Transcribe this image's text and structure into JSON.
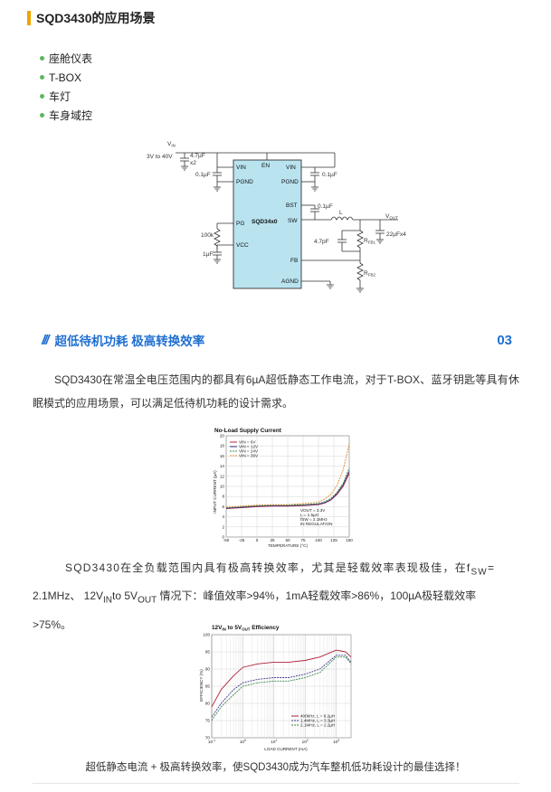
{
  "section1": {
    "title": "SQD3430的应用场景",
    "items": [
      "座舱仪表",
      "T-BOX",
      "车灯",
      "车身域控"
    ]
  },
  "circuit": {
    "vin_label": "V",
    "vin_sub": "IN",
    "vin_range": "3V to 40V",
    "cap_in": "4.7µF",
    "cap_in_mult": "x2",
    "en": "EN",
    "pin_vin": "VIN",
    "pin_pgnd": "PGND",
    "pin_bst": "BST",
    "pin_sw": "SW",
    "pin_pg": "PG",
    "pin_vcc": "VCC",
    "pin_fb": "FB",
    "pin_agnd": "AGND",
    "chip_name": "SQD34x0",
    "cap_01_left": "0.1µF",
    "cap_01_right": "0.1µF",
    "cap_bst": "0.1µF",
    "inductor": "L",
    "vout_label": "V",
    "vout_sub": "OUT",
    "cap_out": "22µFx4",
    "cap_ff": "4.7pF",
    "r_fb1": "R",
    "r_fb1_sub": "FB1",
    "r_fb2": "R",
    "r_fb2_sub": "FB2",
    "r_pg": "100k",
    "cap_vcc": "1µF"
  },
  "section2": {
    "slashes": "///",
    "title": "超低待机功耗  极高转换效率",
    "number": "03"
  },
  "para1": "SQD3430在常温全电压范围内的都具有6µA超低静态工作电流，对于T-BOX、蓝牙钥匙等具有休眠模式的应用场景，可以满足低待机功耗的设计需求。",
  "chart1": {
    "title": "No-Load Supply Current",
    "xlabel": "TEMPERATURE (°C)",
    "ylabel": "INPUT CURRENT (µA)",
    "legend": [
      "VIN = 6V",
      "VIN = 12V",
      "VIN = 24V",
      "VIN = 36V"
    ],
    "conditions": [
      "VOUT = 3.3V",
      "L = 1.5µH",
      "fSW = 2.1MHz",
      "IN REGULATION"
    ],
    "colors": [
      "#b0203a",
      "#3a3a8a",
      "#3a8a4a",
      "#e08a2a"
    ]
  },
  "chart_data": [
    {
      "type": "line",
      "title": "No-Load Supply Current",
      "xlabel": "TEMPERATURE (°C)",
      "ylabel": "INPUT CURRENT (µA)",
      "xlim": [
        -50,
        150
      ],
      "ylim": [
        0,
        20
      ],
      "xticks": [
        -50,
        -25,
        0,
        25,
        50,
        75,
        100,
        125,
        150
      ],
      "yticks": [
        0,
        2,
        4,
        6,
        8,
        10,
        12,
        14,
        16,
        18,
        20
      ],
      "x": [
        -50,
        -25,
        0,
        25,
        50,
        75,
        100,
        110,
        120,
        130,
        140,
        150
      ],
      "series": [
        {
          "name": "VIN = 6V",
          "values": [
            5.6,
            5.8,
            6.0,
            6.1,
            6.1,
            6.2,
            6.4,
            6.7,
            7.3,
            8.4,
            10.0,
            12.6
          ]
        },
        {
          "name": "VIN = 12V",
          "values": [
            5.7,
            5.9,
            6.1,
            6.2,
            6.2,
            6.3,
            6.5,
            6.8,
            7.4,
            8.6,
            10.3,
            13.0
          ]
        },
        {
          "name": "VIN = 24V",
          "values": [
            5.8,
            6.0,
            6.2,
            6.3,
            6.3,
            6.4,
            6.6,
            7.0,
            7.6,
            8.8,
            10.6,
            13.6
          ]
        },
        {
          "name": "VIN = 36V",
          "values": [
            5.9,
            6.1,
            6.3,
            6.4,
            6.4,
            6.6,
            6.9,
            7.5,
            8.4,
            10.2,
            13.2,
            18.4
          ]
        }
      ],
      "annotations": [
        "VOUT = 3.3V",
        "L = 1.5µH",
        "fSW = 2.1MHz",
        "IN REGULATION"
      ]
    },
    {
      "type": "line",
      "title": "12VIN to 5VOUT Efficiency",
      "xlabel": "LOAD CURRENT (mA)",
      "ylabel": "EFFICIENCY (%)",
      "xscale": "log",
      "xlim": [
        0.1,
        3000
      ],
      "ylim": [
        70,
        100
      ],
      "yticks": [
        70,
        75,
        80,
        85,
        90,
        95,
        100
      ],
      "x": [
        0.1,
        0.2,
        0.5,
        1,
        3,
        10,
        30,
        100,
        300,
        1000,
        2000,
        3000
      ],
      "series": [
        {
          "name": "400kHz, L = 8.2µH",
          "values": [
            79,
            84,
            88,
            90.5,
            91.5,
            92,
            92,
            92.5,
            93.5,
            95.5,
            95,
            93.5
          ]
        },
        {
          "name": "1.4MHz, L = 3.3µH",
          "values": [
            76,
            80,
            84,
            86,
            87,
            87.5,
            87.5,
            88.5,
            90,
            94,
            94,
            92
          ]
        },
        {
          "name": "2.1MHz, L = 2.2µH",
          "values": [
            75,
            79,
            82.5,
            85,
            86,
            86.5,
            86.5,
            87.5,
            89,
            93.5,
            93.5,
            91.5
          ]
        }
      ]
    }
  ],
  "para2": {
    "l1a": "SQD3430在全负载范围内具有极高转换效率，尤其是轻载效率表现极佳，在f",
    "l1sub": "SW",
    "l1b": "=",
    "l2a": "2.1MHz、 12V",
    "l2sub1": "IN",
    "l2b": "to 5V",
    "l2sub2": "OUT",
    "l2c": " 情况下：峰值效率>94%，1mA轻载效率>86%，100µA极轻载效率",
    "l3": ">75%。"
  },
  "chart2": {
    "title_a": "12V",
    "title_sub1": "IN",
    "title_b": " to 5V",
    "title_sub2": "OUT",
    "title_c": " Efficiency",
    "xlabel": "LOAD CURRENT (mA)",
    "ylabel": "EFFICIENCY (%)",
    "legend": [
      "400kHz, L = 8.2µH",
      "1.4MHz, L = 3.3µH",
      "2.1MHz, L = 2.2µH"
    ],
    "colors": [
      "#b0203a",
      "#3a3a8a",
      "#3a8a4a"
    ]
  },
  "caption": "超低静态电流 + 极高转换效率，使SQD3430成为汽车整机低功耗设计的最佳选择！"
}
